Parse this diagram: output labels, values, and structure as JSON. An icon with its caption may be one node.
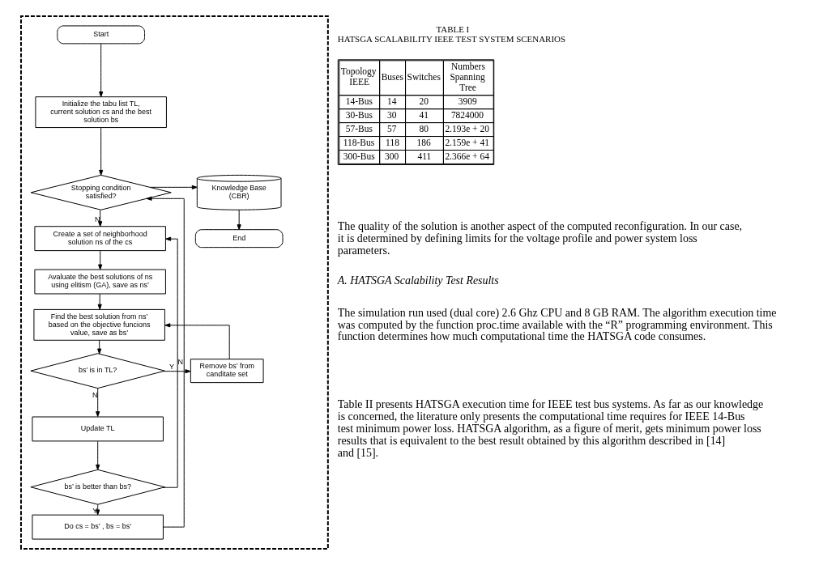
{
  "diagram": {
    "nodes": [
      {
        "text": [],
        "shape": "box"
      },
      {
        "text": [
          "Start"
        ],
        "in": 0
      },
      {
        "text": [
          "Initialize the tabu list TL, current solution cs and the best solution bs"
        ],
        "in": 0
      },
      {
        "text": [
          "Stopping condition satisfied?"
        ],
        "in": 0
      },
      {
        "text": [
          "Knowledge Base (CBR)"
        ],
        "in": 0
      },
      {
        "text": [
          "Create a set of neighborhood solution ns of the cs"
        ],
        "in": 0
      },
      {
        "text": [
          "End"
        ],
        "in": 0
      },
      {
        "text": [
          "Avaluate the best solutions of ns using elitism (GA), save as ns’"
        ],
        "in": 0
      },
      {
        "text": [
          "Find the best solution from ns’ based on the objective funcions value, save as bs’"
        ],
        "in": 0
      },
      {
        "text": [
          "Remove bs’ from canditate set"
        ],
        "in": 0
      },
      {
        "text": [
          "bs’ is in TL?"
        ],
        "in": 0
      },
      {
        "text": [
          "Update TL"
        ],
        "in": 0
      },
      {
        "text": [
          "bs’ is better than bs?"
        ],
        "in": 0
      },
      {
        "text": [
          "Do cs = bs’ , bs = bs’"
        ],
        "in": 0
      }
    ],
    "edges": [
      {
        "from": 1,
        "to": 2,
        "arrow": "to"
      },
      {
        "from": 2,
        "to": 3,
        "arrow": "to"
      },
      {
        "from": 3,
        "to": 4,
        "arrow": "to"
      },
      {
        "from": 4,
        "to": 6,
        "arrow": "to"
      },
      {
        "from": 3,
        "to": 5,
        "arrow": "to",
        "label": "N"
      },
      {
        "from": 5,
        "to": 7,
        "arrow": "to"
      },
      {
        "from": 7,
        "to": 8,
        "arrow": "to"
      },
      {
        "from": 8,
        "to": 10,
        "arrow": "to"
      },
      {
        "from": 10,
        "to": 9,
        "arrow": "to",
        "label": "Y"
      },
      {
        "from": 9,
        "to": 8,
        "arrow": "to"
      },
      {
        "from": 10,
        "to": 11,
        "arrow": "to",
        "label": "N"
      },
      {
        "from": 11,
        "to": 12,
        "arrow": "to"
      },
      {
        "from": 12,
        "to": 13,
        "arrow": "to",
        "label": "Y"
      },
      {
        "from": 12,
        "to": 5,
        "arrow": "to",
        "label": "N"
      },
      {
        "from": 13,
        "to": 3,
        "arrow": "to"
      }
    ],
    "labels": [
      "TABLE I",
      "HATSGA SCALABILITY IEEE TEST SYSTEM SCENARIOS",
      "Topology IEEE",
      "Buses",
      "Switches",
      "Numbers Spanning Tree",
      "14-Bus",
      "14",
      "20",
      "3909",
      "30-Bus",
      "30",
      "41",
      "7824000",
      "57-Bus",
      "57",
      "80",
      "2.193e + 20",
      "118-Bus",
      "118",
      "186",
      "2.159e + 41",
      "300-Bus",
      "300",
      "411",
      "2.366e + 64",
      "The quality of the solution is another aspect of the computed reconfiguration. In our case, it is determined by defining limits for the voltage profile and power system loss parameters.",
      "A. HATSGA Scalability Test Results",
      "The simulation run used (dual core) 2.6 Ghz CPU and 8 GB RAM. The algorithm execution time was computed by the function proc.time available with the “R” programming environment. This function determines how much computational time the HATSGA code consumes.",
      "Table II presents HATSGA execution time for IEEE test bus systems. As far as our knowledge is concerned, the literature only presents the computational time requires for IEEE 14-Bus test minimum power loss. HATSGA algorithm, as a figure of merit, gets minimum power loss results that is equivalent to the best result obtained by this algorithm described in [14] and [15]."
    ]
  }
}
